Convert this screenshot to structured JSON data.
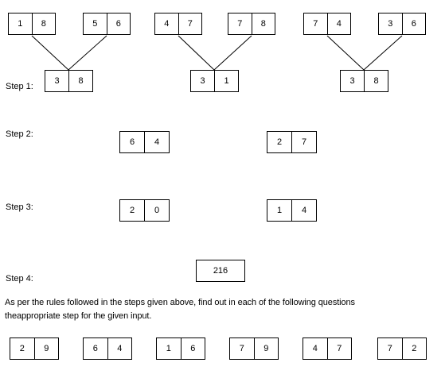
{
  "groups": [
    {
      "left": [
        "1",
        "8"
      ],
      "right": [
        "5",
        "6"
      ],
      "result": [
        "3",
        "8"
      ]
    },
    {
      "left": [
        "4",
        "7"
      ],
      "right": [
        "7",
        "8"
      ],
      "result": [
        "3",
        "1"
      ]
    },
    {
      "left": [
        "7",
        "4"
      ],
      "right": [
        "3",
        "6"
      ],
      "result": [
        "3",
        "8"
      ]
    }
  ],
  "steps": {
    "step1_label": "Step 1:",
    "step2_label": "Step 2:",
    "step2_boxes": [
      [
        "6",
        "4"
      ],
      [
        "2",
        "7"
      ]
    ],
    "step3_label": "Step 3:",
    "step3_boxes": [
      [
        "2",
        "0"
      ],
      [
        "1",
        "4"
      ]
    ],
    "step4_label": "Step 4:",
    "step4_value": "216"
  },
  "instructions": {
    "line1": "As per the rules  followed in  the steps given  above, find out in each of the following  questions",
    "line2": "theappropriate step for the given input."
  },
  "inputs": [
    [
      "2",
      "9"
    ],
    [
      "6",
      "4"
    ],
    [
      "1",
      "6"
    ],
    [
      "7",
      "9"
    ],
    [
      "4",
      "7"
    ],
    [
      "7",
      "2"
    ]
  ]
}
